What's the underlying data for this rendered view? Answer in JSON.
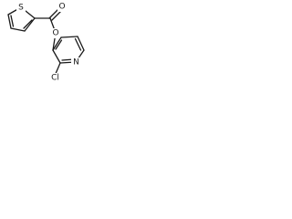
{
  "structure": {
    "atoms": {
      "s1": "S",
      "o_carbonyl": "O",
      "o_ester": "O",
      "n1": "N",
      "cl1": "Cl"
    }
  },
  "colors": {
    "bond": "#1a1a1a",
    "background": "#ffffff"
  }
}
